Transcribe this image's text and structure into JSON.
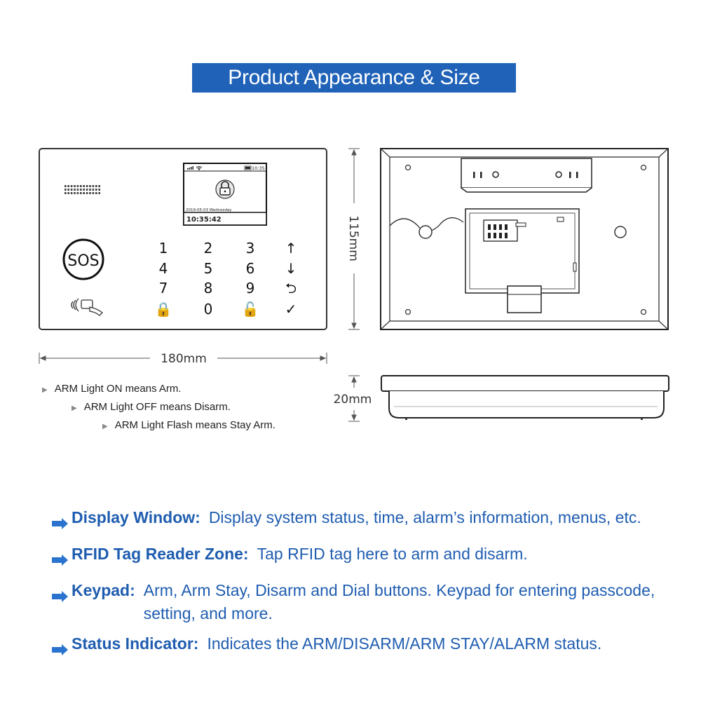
{
  "title": "Product Appearance & Size",
  "dimensions": {
    "width": "180mm",
    "height": "115mm",
    "depth": "20mm"
  },
  "screen": {
    "clock": "10:35",
    "date": "2019-05-03 Wednesday",
    "time": "10:35:42",
    "icons": [
      "signal-icon",
      "wifi-icon",
      "battery-icon",
      "lock-icon"
    ]
  },
  "panel": {
    "sos_label": "SOS",
    "keys": [
      [
        "1",
        "2",
        "3",
        "↑"
      ],
      [
        "4",
        "5",
        "6",
        "↓"
      ],
      [
        "7",
        "8",
        "9",
        "⮌"
      ],
      [
        "🔒",
        "0",
        "🔓",
        "✓"
      ]
    ]
  },
  "notes": [
    "ARM Light ON means Arm.",
    "ARM Light OFF means Disarm.",
    "ARM Light Flash means Stay Arm."
  ],
  "features": [
    {
      "label": "Display Window:",
      "desc": "Display system status, time, alarm’s information, menus, etc."
    },
    {
      "label": "RFID Tag Reader Zone:",
      "desc": "Tap RFID tag here to arm and disarm."
    },
    {
      "label": "Keypad:",
      "desc": "Arm, Arm Stay, Disarm and Dial buttons. Keypad for entering passcode, setting, and more."
    },
    {
      "label": "Status Indicator:",
      "desc": "Indicates the ARM/DISARM/ARM STAY/ALARM status."
    }
  ],
  "colors": {
    "accent": "#1f62b8",
    "feature_text": "#1f5db0",
    "arrow": "#2a74d0"
  }
}
